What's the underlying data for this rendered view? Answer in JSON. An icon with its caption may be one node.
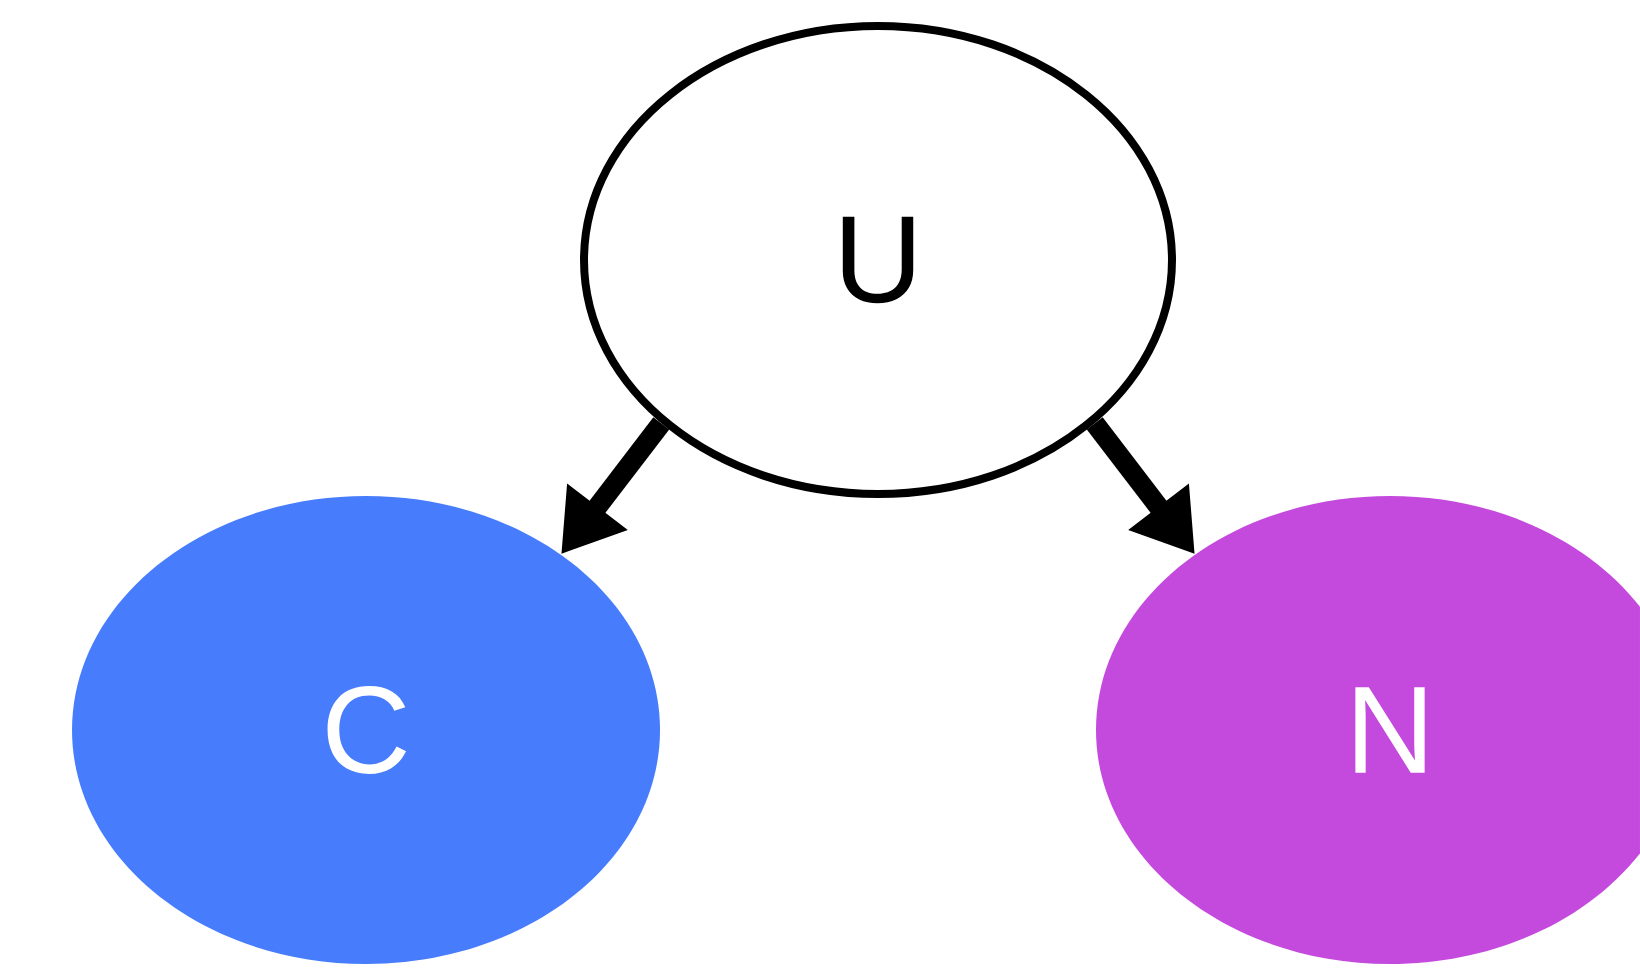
{
  "diagram": {
    "nodes": [
      {
        "text": [
          "U"
        ]
      },
      {
        "text": [
          "C"
        ]
      },
      {
        "text": [
          "N"
        ]
      }
    ],
    "edges": [
      {
        "from": 0,
        "to": 1,
        "arrow": "to"
      },
      {
        "from": 0,
        "to": 2,
        "arrow": "to"
      }
    ]
  }
}
